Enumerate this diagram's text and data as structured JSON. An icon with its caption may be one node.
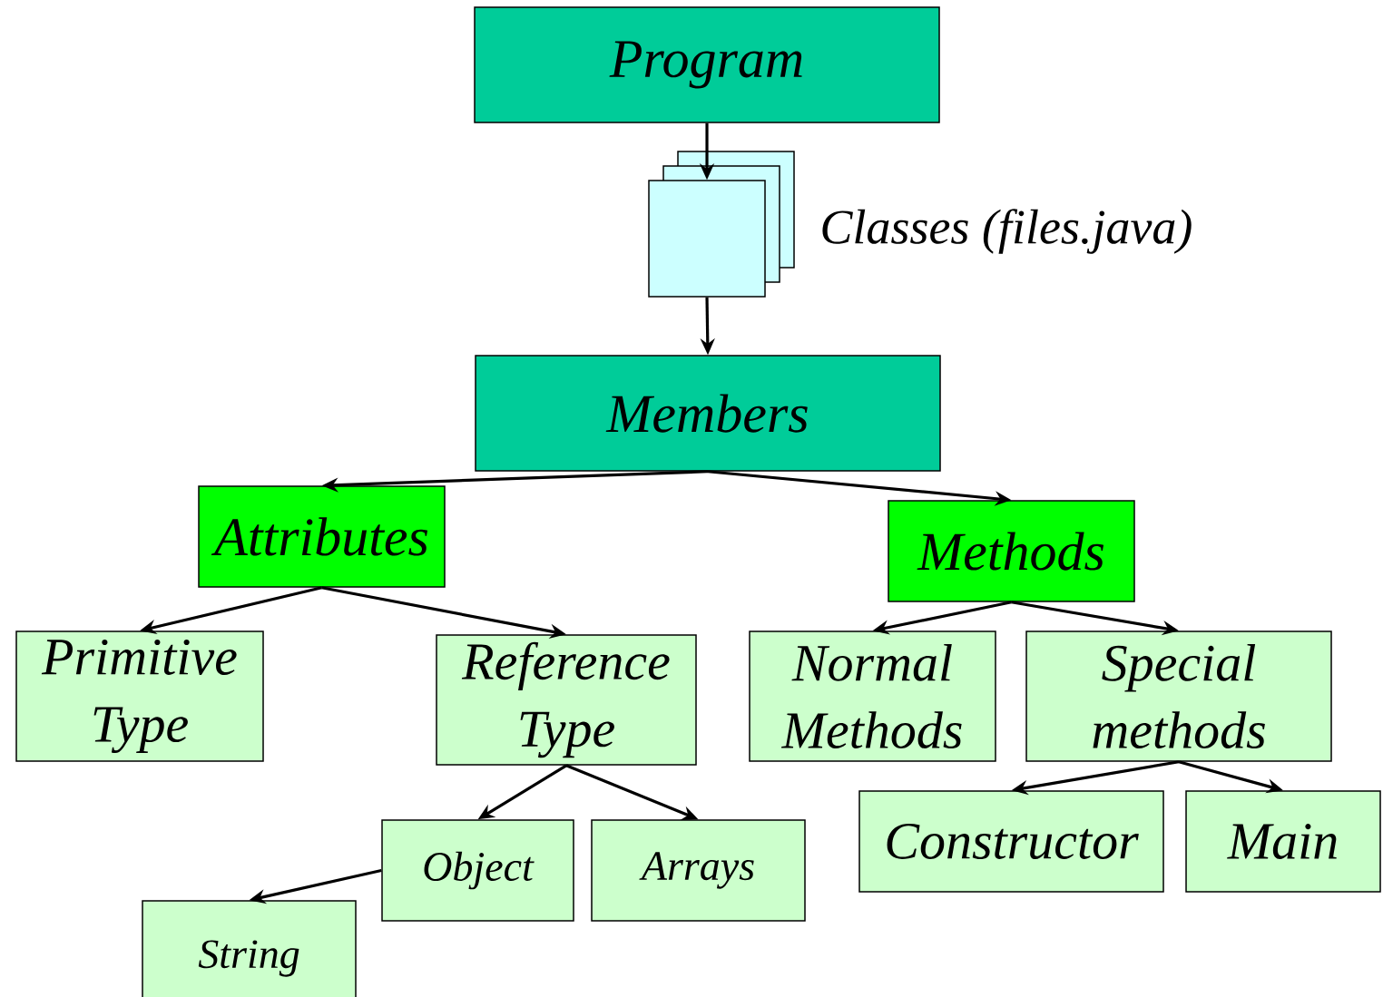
{
  "diagram": {
    "nodes": [
      {
        "text": [
          "Program"
        ]
      },
      {
        "text": [],
        "shape": "box",
        "beside": [
          "Classes (files.java)"
        ]
      },
      {
        "text": [
          "Members"
        ]
      },
      {
        "text": [
          "Attributes"
        ]
      },
      {
        "text": [
          "Methods"
        ]
      },
      {
        "text": [
          "Primitive Type"
        ]
      },
      {
        "text": [
          "Reference Type"
        ]
      },
      {
        "text": [
          "Normal Methods"
        ]
      },
      {
        "text": [
          "Special methods"
        ]
      },
      {
        "text": [
          "Object"
        ]
      },
      {
        "text": [
          "Arrays"
        ]
      },
      {
        "text": [
          "String"
        ]
      },
      {
        "text": [
          "Constructor"
        ]
      },
      {
        "text": [
          "Main"
        ]
      }
    ],
    "edges": [
      {
        "from": 0,
        "to": 1,
        "arrow": "to"
      },
      {
        "from": 1,
        "to": 2,
        "arrow": "to"
      },
      {
        "from": 2,
        "to": 3,
        "arrow": "to"
      },
      {
        "from": 2,
        "to": 4,
        "arrow": "to"
      },
      {
        "from": 3,
        "to": 5,
        "arrow": "to"
      },
      {
        "from": 3,
        "to": 6,
        "arrow": "to"
      },
      {
        "from": 4,
        "to": 7,
        "arrow": "to"
      },
      {
        "from": 4,
        "to": 8,
        "arrow": "to"
      },
      {
        "from": 6,
        "to": 9,
        "arrow": "to"
      },
      {
        "from": 6,
        "to": 10,
        "arrow": "to"
      },
      {
        "from": 9,
        "to": 11,
        "arrow": "to"
      },
      {
        "from": 8,
        "to": 12,
        "arrow": "to"
      },
      {
        "from": 8,
        "to": 13,
        "arrow": "to"
      }
    ]
  }
}
